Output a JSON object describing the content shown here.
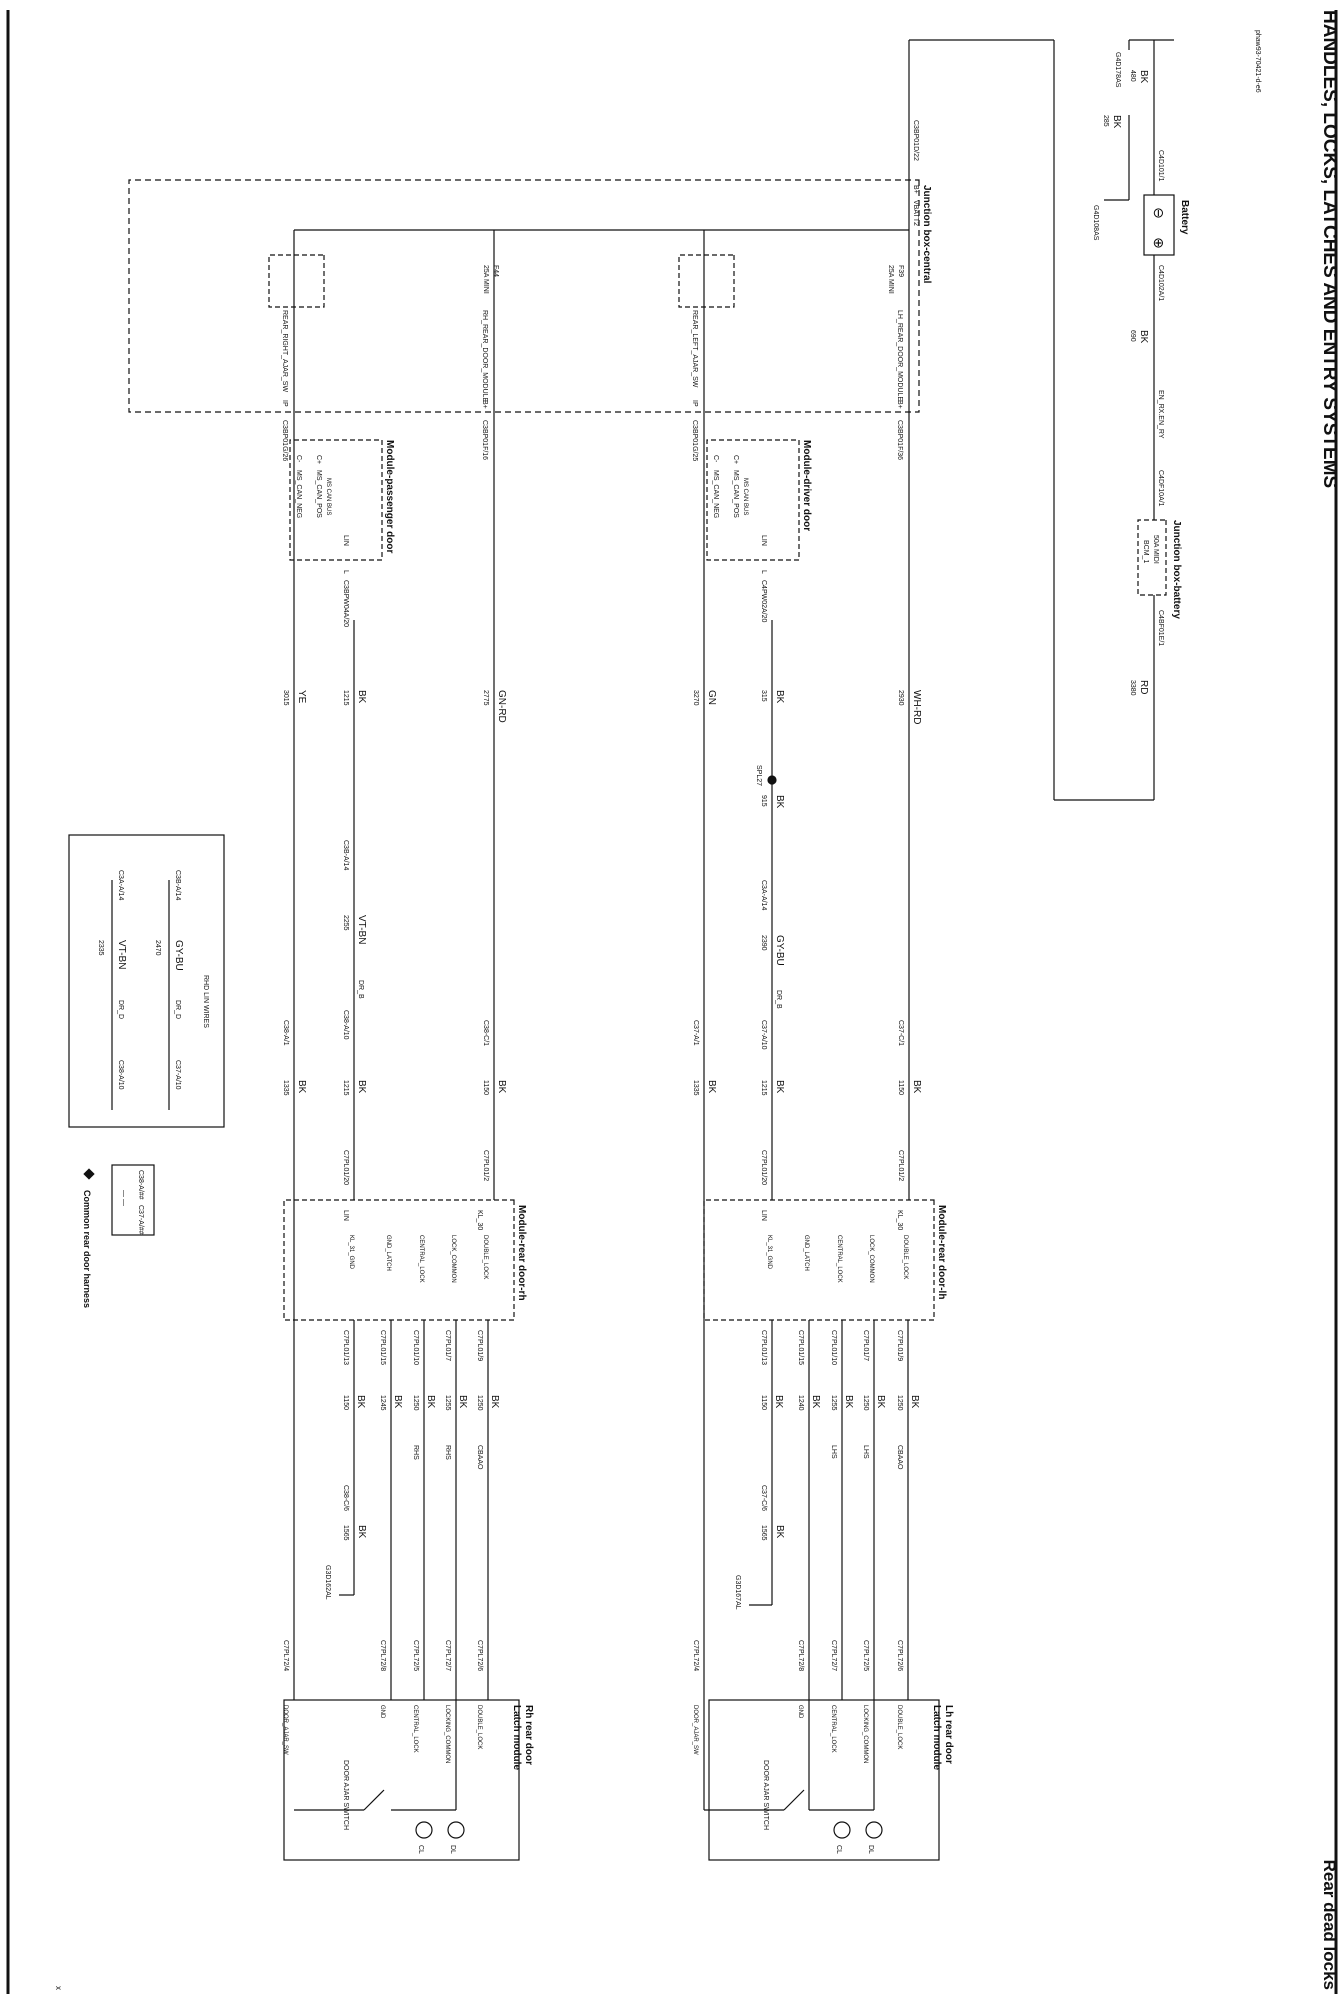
{
  "page": {
    "section_title": "HANDLES, LOCKS, LATCHES AND ENTRY SYSTEMS",
    "page_subject": "Rear dead locks",
    "figure_id": "phaw93-70421-d-e6",
    "corner_mark": "x"
  },
  "battery": {
    "title": "Battery",
    "neg_symbol": "⊖",
    "pos_symbol": "⊕",
    "neg_connector": "C4D101/1",
    "pos_connector": "C4D102A/1",
    "wire_neg_color": "BK",
    "wire_neg_num": "480",
    "ground1": "G4D178AS",
    "wire_gnd_color": "BK",
    "wire_gnd_num": "285",
    "ground2": "G4D108AS",
    "wire_pos_color": "BK",
    "wire_pos_num": "690"
  },
  "jb_battery": {
    "title": "Junction box-battery",
    "relay_label": "EN_RX.EN_RY",
    "in_connector": "C4DF10A/1",
    "fuse_amp": "50A MIDI",
    "fuse_name": "BCM_1",
    "out_connector": "C4BF01E/1",
    "wire_color": "RD",
    "wire_num": "3380"
  },
  "jb_central": {
    "title": "Junction box-central",
    "input_connector": "C3BP01D/22",
    "input_pin": "B+",
    "input_name": "VBATT2",
    "f39_id": "F39",
    "f39_rating": "25A MINI",
    "f44_id": "F44",
    "f44_rating": "25A MINI",
    "out1_name": "LH_REAR_DOOR_MODULE",
    "out1_pin": "B+",
    "out1_conn": "C3BP01F/36",
    "out2_name": "REAR_LEFT_AJAR_SW",
    "out2_pin": "IP",
    "out2_conn": "C3BP01G/25",
    "out3_name": "RH_REAR_DOOR_MODULE",
    "out3_pin": "B+",
    "out3_conn": "C3BP01F/16",
    "out4_name": "REAR_RIGHT_AJAR_SW",
    "out4_pin": "IP",
    "out4_conn": "C3BP01G/26"
  },
  "module_driver": {
    "title": "Module-driver door",
    "bus": "MS CAN BUS",
    "pin_pos": "C+",
    "pin_neg": "C-",
    "pos_name": "MS_CAN_POS",
    "neg_name": "MS_CAN_NEG",
    "lin_name": "LIN",
    "lin_pin": "L",
    "lin_conn": "C4PW02A/20",
    "wire1_color": "BK",
    "wire1_num": "315",
    "splice": "SPL27",
    "wire2_color": "BK",
    "wire2_num": "915",
    "conn_mid": "C3A-A/14",
    "wire3_color": "GY-BU",
    "wire3_num": "2390",
    "dr": "DR_B",
    "conn_door": "C37-A/10",
    "wire4_color": "BK",
    "wire4_num": "1215"
  },
  "module_passenger": {
    "title": "Module-passenger door",
    "bus": "MS CAN BUS",
    "pin_pos": "C+",
    "pin_neg": "C-",
    "pos_name": "MS_CAN_POS",
    "neg_name": "MS_CAN_NEG",
    "lin_name": "LIN",
    "lin_pin": "L",
    "lin_conn": "C3BPW04A/20",
    "wire1_color": "BK",
    "wire1_num": "1215",
    "conn_mid": "C3B-A/14",
    "wire3_color": "VT-BN",
    "wire3_num": "2255",
    "dr": "DR_B",
    "conn_door": "C38-A/10",
    "wire4_color": "BK",
    "wire4_num": "1215"
  },
  "lh_chain": {
    "wh_color": "WH-RD",
    "wh_num": "2930",
    "c1_conn": "C37-C/1",
    "c1_color": "BK",
    "c1_num": "1150",
    "c1b_conn": "C7PL01/2",
    "gn_color": "GN",
    "gn_num": "3270",
    "c2_conn": "C37-A/1",
    "c2_color": "BK",
    "c2_num": "1335",
    "lin_conn": "C7PL01/20"
  },
  "rh_chain": {
    "gnrd_color": "GN-RD",
    "gnrd_num": "2775",
    "c1_conn": "C38-C/1",
    "c1_color": "BK",
    "c1_num": "1150",
    "c1b_conn": "C7PL01/2",
    "ye_color": "YE",
    "ye_num": "3015",
    "c2_conn": "C38-A/1",
    "c2_color": "BK",
    "c2_num": "1335",
    "lin_conn": "C7PL01/20"
  },
  "module_rear_lh": {
    "title": "Module-rear door-lh",
    "pin_kl30": "KL_30",
    "pin_lin": "LIN",
    "pins": [
      "DOUBLE_LOCK",
      "LOCK_COMMON",
      "CENTRAL_LOCK",
      "GND_LATCH",
      "KL_31_GND"
    ],
    "conns": [
      "C7PL01/9",
      "C7PL01/7",
      "C7PL01/10",
      "C7PL01/15",
      "C7PL01/13"
    ],
    "colors": [
      "BK",
      "BK",
      "BK",
      "BK",
      "BK"
    ],
    "nums": [
      "1250",
      "1250",
      "1255",
      "1240",
      "1150"
    ],
    "circuits": [
      "CBAAO",
      "LHS",
      "LHS",
      "",
      ""
    ],
    "gnd_conn": "C37-C/6",
    "gnd_color": "BK",
    "gnd_num": "1565",
    "gnd_point": "G3D167AL"
  },
  "module_rear_rh": {
    "title": "Module-rear door-rh",
    "pin_kl30": "KL_30",
    "pin_lin": "LIN",
    "pins": [
      "DOUBLE_LOCK",
      "LOCK_COMMON",
      "CENTRAL_LOCK",
      "GND_LATCH",
      "KL_31_GND"
    ],
    "conns": [
      "C7PL01/9",
      "C7PL01/7",
      "C7PL01/10",
      "C7PL01/15",
      "C7PL01/13"
    ],
    "colors": [
      "BK",
      "BK",
      "BK",
      "BK",
      "BK"
    ],
    "nums": [
      "1250",
      "1255",
      "1250",
      "1245",
      "1150"
    ],
    "circuits": [
      "CBAAO",
      "RHS",
      "RHS",
      "",
      ""
    ],
    "gnd_conn": "C38-C/6",
    "gnd_color": "BK",
    "gnd_num": "1565",
    "gnd_point": "G3D162AL"
  },
  "latch_lh": {
    "title": "Lh rear door",
    "title2": "Latch module",
    "conns": [
      "C7PL72/6",
      "C7PL72/5",
      "C7PL72/7",
      "C7PL72/8",
      "C7PL72/4"
    ],
    "pins": [
      "DOUBLE_LOCK",
      "LOCKING_COMMON",
      "CENTRAL_LOCK",
      "GND",
      "DOOR_AJAR_SW"
    ],
    "switch": "DOOR AJAR SWITCH",
    "motor1": "DL",
    "motor2": "CL"
  },
  "latch_rh": {
    "title": "Rh rear door",
    "title2": "Latch module",
    "conns": [
      "C7PL72/6",
      "C7PL72/7",
      "C7PL72/5",
      "C7PL72/8",
      "C7PL72/4"
    ],
    "pins": [
      "DOUBLE_LOCK",
      "LOCKING_COMMON",
      "CENTRAL_LOCK",
      "GND",
      "DOOR_AJAR_SW"
    ],
    "switch": "DOOR AJAR SWITCH",
    "motor1": "DL",
    "motor2": "CL"
  },
  "rhd_box": {
    "title": "RHD LIN WIRES",
    "row1_conn_a": "C3B-A/14",
    "row1_color": "GY-BU",
    "row1_num": "2470",
    "row1_dr": "DR_D",
    "row1_conn_b": "C37-A/10",
    "row2_conn_a": "C3A-A/14",
    "row2_color": "VT-BN",
    "row2_num": "2335",
    "row2_dr": "DR_D",
    "row2_conn_b": "C38-A/10"
  },
  "legend": {
    "row1_a": "C38-A/##",
    "row1_b": "C37-A/##",
    "dash": "— —",
    "diamond_label": "Common rear door harness"
  }
}
